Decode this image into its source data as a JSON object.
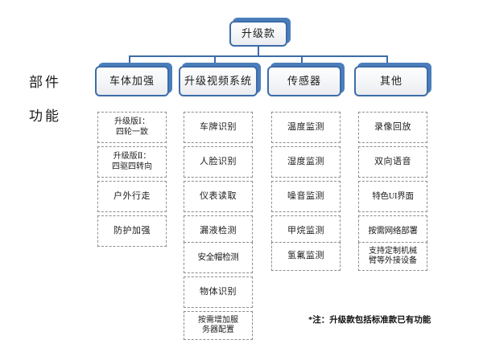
{
  "diagram": {
    "root": {
      "label": "升级款"
    },
    "row_labels": [
      {
        "id": "parts",
        "label": "部件"
      },
      {
        "id": "functions",
        "label": "功能"
      }
    ],
    "categories": [
      {
        "id": "body-reinforcement",
        "label": "车体加强",
        "items": [
          {
            "label": "升级版Ⅰ：\n四轮一致",
            "style": "small"
          },
          {
            "label": "升级版Ⅱ：\n四驱四转向",
            "style": "small"
          },
          {
            "label": "户外行走",
            "style": "normal"
          },
          {
            "label": "防护加强",
            "style": "normal"
          }
        ]
      },
      {
        "id": "upgraded-video-system",
        "label": "升级视频系统",
        "items": [
          {
            "label": "车牌识别",
            "style": "normal"
          },
          {
            "label": "人脸识别",
            "style": "normal"
          },
          {
            "label": "仪表读取",
            "style": "normal"
          },
          {
            "label": "漏液检测",
            "style": "normal"
          },
          {
            "label": "安全帽检测",
            "style": "tight"
          },
          {
            "label": "物体识别",
            "style": "normal"
          },
          {
            "label": "按需增加服\n务器配置",
            "style": "small"
          }
        ]
      },
      {
        "id": "sensors",
        "label": "传感器",
        "items": [
          {
            "label": "温度监测",
            "style": "normal"
          },
          {
            "label": "湿度监测",
            "style": "normal"
          },
          {
            "label": "噪音监测",
            "style": "normal"
          },
          {
            "label": "甲烷监测",
            "style": "normal"
          },
          {
            "label": "氢氟监测",
            "style": "normal"
          }
        ]
      },
      {
        "id": "others",
        "label": "其他",
        "items": [
          {
            "label": "录像回放",
            "style": "normal"
          },
          {
            "label": "双向语音",
            "style": "normal"
          },
          {
            "label": "特色UI界面",
            "style": "tight"
          },
          {
            "label": "按需网络部署",
            "style": "tight"
          },
          {
            "label": "支持定制机械\n臂等外接设备",
            "style": "small"
          }
        ]
      }
    ],
    "footnote": "*注：升级款包括标准款已有功能",
    "colors": {
      "box_border": "#3d6ca8",
      "box_shadow": "#4a7ebb",
      "connector": "#3d6ca8",
      "leaf_border": "#8d8d8d",
      "text": "#1b1b1b",
      "background": "#ffffff"
    }
  }
}
